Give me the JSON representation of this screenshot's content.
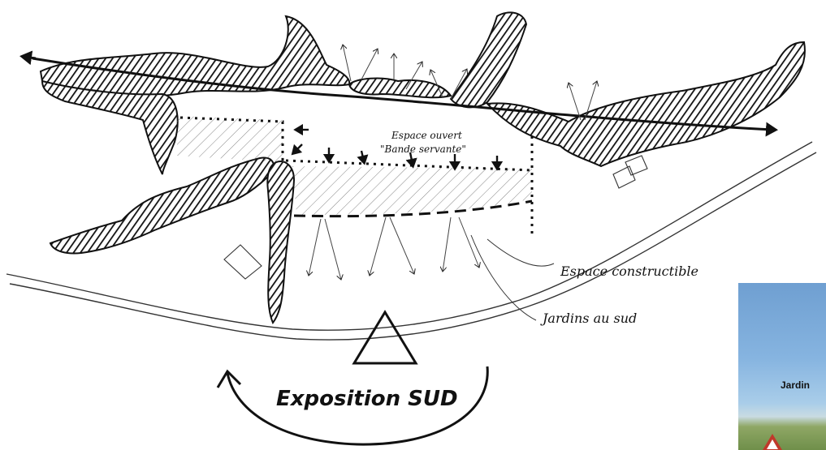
{
  "labels": {
    "open_space_line1": "Espace ouvert",
    "open_space_line2": "\"Bande servante\"",
    "buildable_space": "Espace constructible",
    "south_gardens": "Jardins au sud",
    "exposure": "Exposition SUD"
  },
  "photo": {
    "caption": "Jardin"
  },
  "icons": {
    "north_marker": "triangle-icon",
    "rotation_arrow": "curved-arrow-icon"
  }
}
